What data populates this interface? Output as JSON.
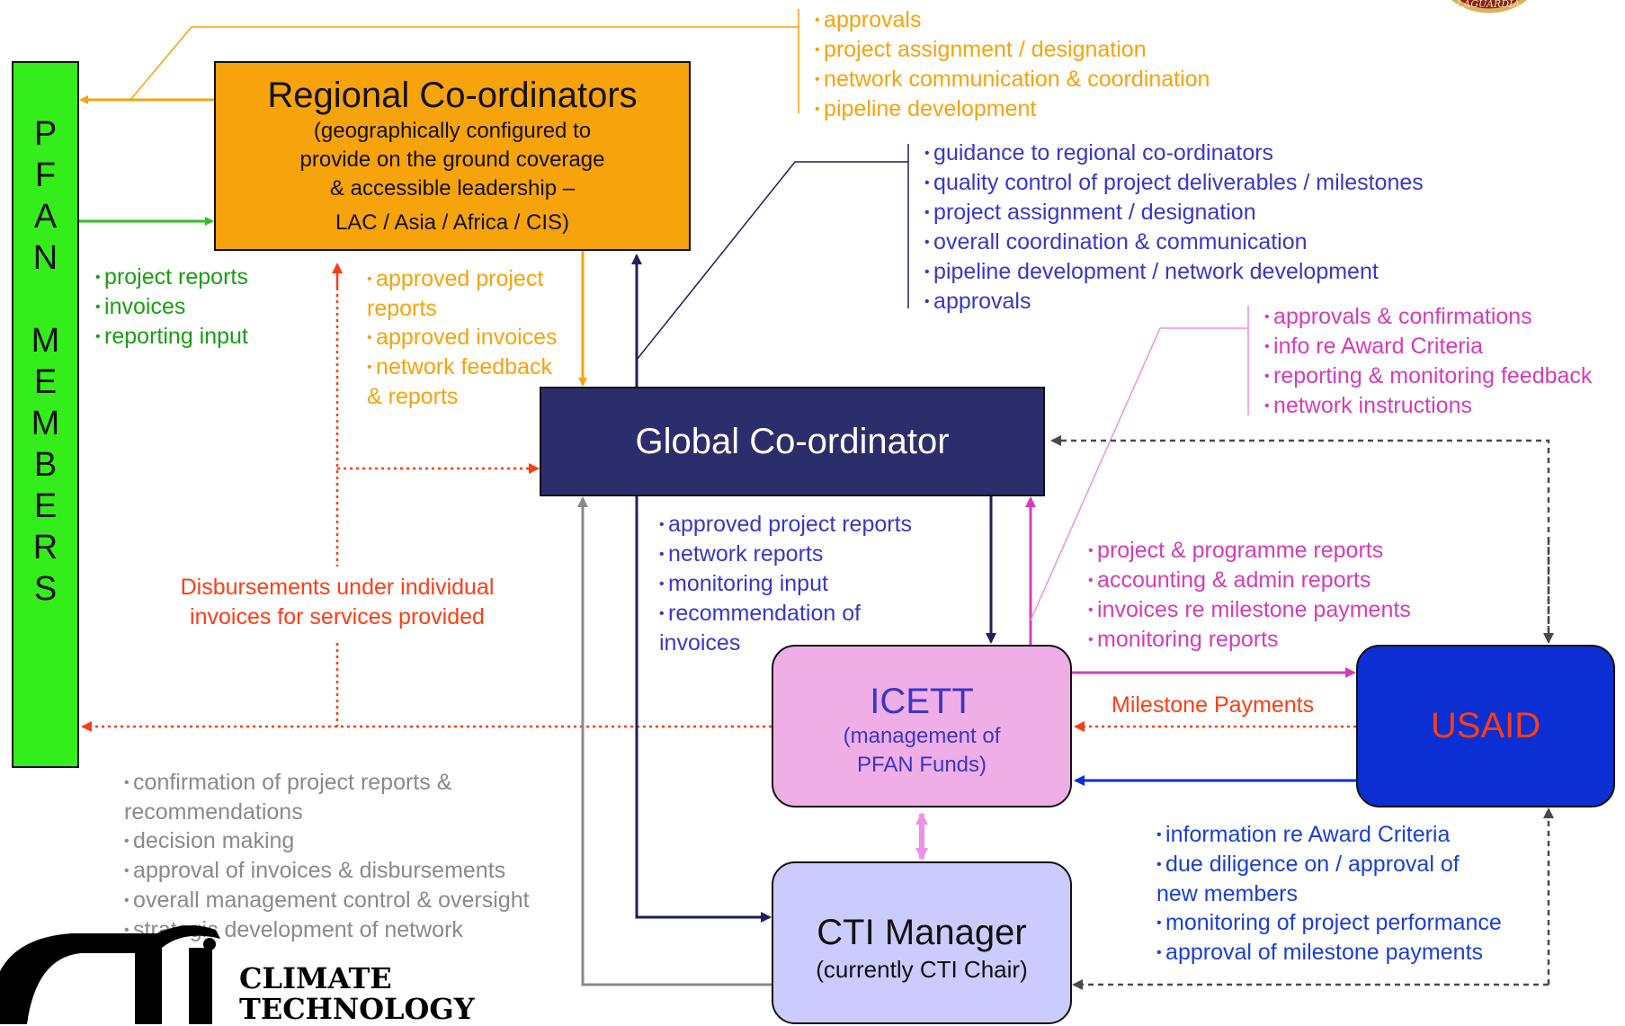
{
  "colors": {
    "orange": "#f7a30c",
    "navy": "#2c2e6c",
    "blue_text": "#3a36c8",
    "magenta": "#d63cb8",
    "red": "#ff3d14",
    "green": "#2ec21e",
    "gray": "#8a8a8a",
    "pfan_bg": "#33ee1a",
    "icett_bg": "#f0aee6",
    "cti_bg": "#cccbff",
    "usaid_bg": "#0b2fd2"
  },
  "pfan": {
    "letters_top": [
      "P",
      "F",
      "A",
      "N"
    ],
    "letters_bottom": [
      "M",
      "E",
      "M",
      "B",
      "E",
      "R",
      "S"
    ]
  },
  "regional": {
    "title": "Regional Co-ordinators",
    "sub": [
      "(geographically configured to",
      "provide on the ground coverage",
      "& accessible leadership –"
    ],
    "regions": "LAC / Asia / Africa / CIS)"
  },
  "global": {
    "title": "Global Co-ordinator"
  },
  "icett": {
    "title": "ICETT",
    "sub": [
      "(management of",
      "PFAN Funds)"
    ]
  },
  "usaid": {
    "title": "USAID"
  },
  "cti_manager": {
    "title": "CTI Manager",
    "sub": "(currently CTI Chair)"
  },
  "regional_tasks": [
    "approvals",
    "project assignment / designation",
    "network communication & coordination",
    "pipeline development"
  ],
  "global_tasks": [
    "guidance to regional co-ordinators",
    "quality control of project deliverables / milestones",
    "project assignment / designation",
    "overall coordination & communication",
    "pipeline development / network development",
    "approvals"
  ],
  "usaid_tasks": [
    "approvals & confirmations",
    "info re Award Criteria",
    "reporting & monitoring feedback",
    "network instructions"
  ],
  "pfan_to_regional": [
    "project reports",
    "invoices",
    "reporting input"
  ],
  "regional_to_global": [
    "approved project",
    "reports",
    "approved invoices",
    "network feedback",
    "& reports"
  ],
  "global_to_icett": [
    "approved project reports",
    "network reports",
    "monitoring input",
    "recommendation of",
    "invoices"
  ],
  "icett_to_usaid": [
    "project & programme reports",
    "accounting & admin reports",
    "invoices re milestone payments",
    "monitoring reports"
  ],
  "disbursements": [
    "Disbursements under individual",
    "invoices for services provided"
  ],
  "milestone_payments": "Milestone Payments",
  "cti_tasks": [
    "confirmation of project reports &",
    "recommendations",
    "decision making",
    "approval of invoices &  disbursements",
    "overall management control & oversight",
    "strategic development of network"
  ],
  "usaid_cti_tasks": [
    "information re Award Criteria",
    "due diligence on / approval of",
    "new members",
    "monitoring of project performance",
    "approval of milestone payments"
  ],
  "logo": {
    "line1": "CLIMATE",
    "line2": "TECHNOLOGY"
  },
  "seal": {
    "text": "LAGUARDIA"
  }
}
